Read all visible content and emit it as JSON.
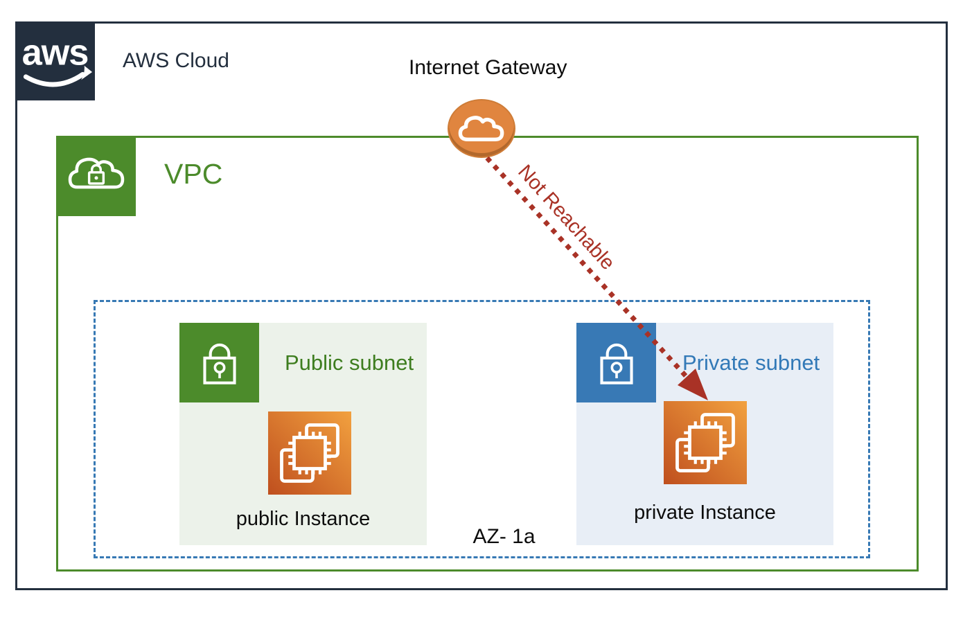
{
  "aws_cloud": {
    "label": "AWS Cloud",
    "logo_text": "aws"
  },
  "internet_gateway": {
    "label": "Internet Gateway"
  },
  "vpc": {
    "label": "VPC"
  },
  "availability_zone": {
    "label": "AZ- 1a"
  },
  "public_subnet": {
    "label": "Public subnet",
    "instance_label": "public Instance"
  },
  "private_subnet": {
    "label": "Private subnet",
    "instance_label": "private Instance"
  },
  "connection": {
    "label": "Not Reachable",
    "style": "red-dotted-arrow",
    "from": "internet-gateway",
    "to": "private-instance"
  },
  "icons": {
    "aws_logo": "aws-smile-logo",
    "internet_gateway": "cloud-icon",
    "vpc": "cloud-lock-icon",
    "public_subnet": "padlock-icon",
    "private_subnet": "padlock-icon",
    "public_instance": "ec2-chip-icon",
    "private_instance": "ec2-chip-icon"
  },
  "colors": {
    "aws_navy": "#232F3E",
    "vpc_green": "#4C8B2B",
    "subnet_green_text": "#3E7D1F",
    "public_subnet_bg": "#ECF2EA",
    "subnet_blue": "#3879B5",
    "private_subnet_text": "#3279B7",
    "private_subnet_bg": "#E8EEF6",
    "igw_orange": "#E0853F",
    "ec2_gradient_start": "#BF4F1E",
    "ec2_gradient_end": "#F2A13F",
    "not_reachable_red": "#A93226"
  }
}
